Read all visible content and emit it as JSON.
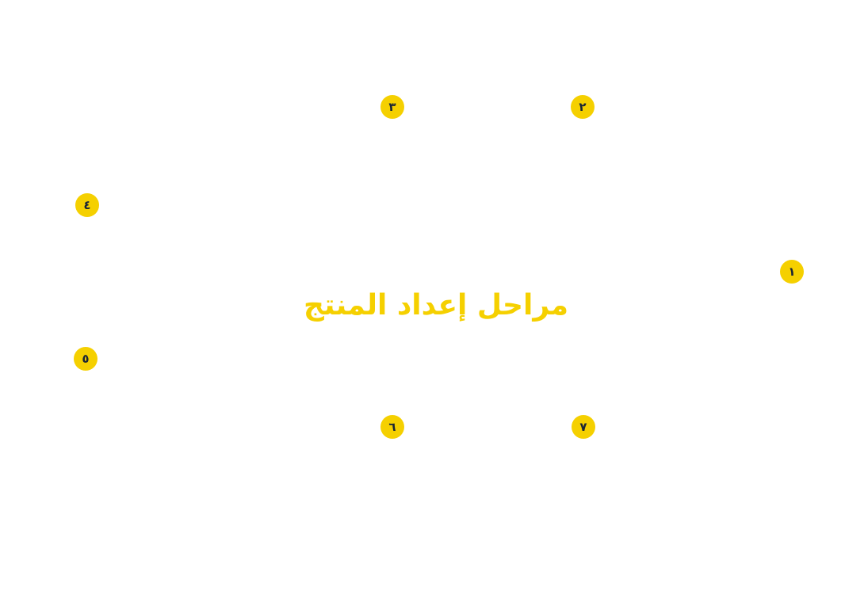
{
  "title": "مراحل إعداد المنتج",
  "colors": {
    "accent": "#f5d000",
    "badge_text": "#1a2535",
    "background": "#ffffff"
  },
  "steps": [
    {
      "number": "١"
    },
    {
      "number": "٢"
    },
    {
      "number": "٣"
    },
    {
      "number": "٤"
    },
    {
      "number": "٥"
    },
    {
      "number": "٦"
    },
    {
      "number": "٧"
    }
  ]
}
